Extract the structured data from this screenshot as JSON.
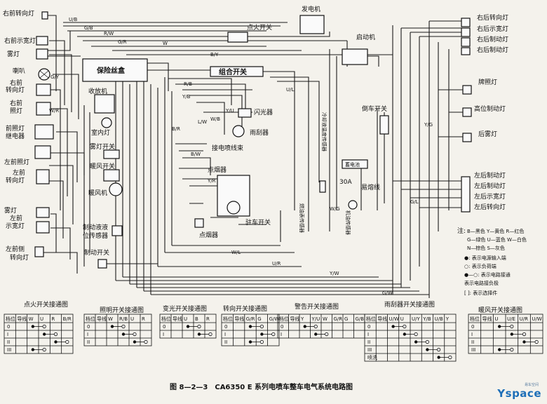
{
  "left_components": [
    {
      "id": "rf_turn",
      "label": "右前转向灯"
    },
    {
      "id": "rf_width",
      "label": "右前示宽灯"
    },
    {
      "id": "fog_r",
      "label": "雾灯"
    },
    {
      "id": "horn",
      "label": "喇叭"
    },
    {
      "id": "rf_turn2_a",
      "label": "右前"
    },
    {
      "id": "rf_turn2_b",
      "label": "转向灯"
    },
    {
      "id": "rf_head_a",
      "label": "右前"
    },
    {
      "id": "rf_head_b",
      "label": "照灯"
    },
    {
      "id": "head_relay_a",
      "label": "前照灯"
    },
    {
      "id": "head_relay_b",
      "label": "继电器"
    },
    {
      "id": "lf_head",
      "label": "左前照灯"
    },
    {
      "id": "lf_turn_a",
      "label": "左前"
    },
    {
      "id": "lf_turn_b",
      "label": "转向灯"
    },
    {
      "id": "fog_l",
      "label": "雾灯"
    },
    {
      "id": "lf_width_a",
      "label": "左前"
    },
    {
      "id": "lf_width_b",
      "label": "示宽灯"
    },
    {
      "id": "lf_side_a",
      "label": "左前侧"
    },
    {
      "id": "lf_side_b",
      "label": "转向灯"
    }
  ],
  "center_components": {
    "fuse_box": "保险丝盒",
    "radio": "收放机",
    "dome_light": "室内灯",
    "fog_switch": "雾灯开关",
    "heater_switch": "暖风开关",
    "heater": "暖风机",
    "brake_fluid_a": "制动液液",
    "brake_fluid_b": "位传感器",
    "brake_switch": "制动开关",
    "ignition_switch": "点火开关",
    "alternator": "发电机",
    "starter": "启动机",
    "combo_switch": "组合开关",
    "flasher": "闪光器",
    "wiper": "雨刮器",
    "injector_harness": "接电喷线束",
    "cig_lighter": "点烟器",
    "cig_lighter2": "点烟器",
    "handbrake_switch": "驻车开关",
    "reverse_switch": "倒车开关",
    "battery": "蓄电池",
    "fusible_link": "易熔线",
    "fuse_30a": "30A",
    "fuel_sensor": "燃油表传感器",
    "oil_sensor": "机油传感器",
    "cooling_sensor": "冷却液温度传感器"
  },
  "right_components": [
    {
      "id": "rr_turn",
      "label": "右后转向灯"
    },
    {
      "id": "rr_width",
      "label": "右后示宽灯"
    },
    {
      "id": "rr_brake",
      "label": "右后制动灯"
    },
    {
      "id": "rr_brake2",
      "label": "右后制动灯"
    },
    {
      "id": "plate",
      "label": "牌照灯"
    },
    {
      "id": "high_brake",
      "label": "高位制动灯"
    },
    {
      "id": "rear_fog",
      "label": "后雾灯"
    },
    {
      "id": "lr_brake",
      "label": "左后制动灯"
    },
    {
      "id": "lr_brake2",
      "label": "左后制动灯"
    },
    {
      "id": "lr_width",
      "label": "左后示宽灯"
    },
    {
      "id": "lr_turn",
      "label": "左后转向灯"
    }
  ],
  "wire_codes": [
    "U/B",
    "G/B",
    "R/W",
    "W",
    "B/Y",
    "G/R",
    "G/Y",
    "W/R",
    "R/B",
    "Y/U",
    "W/B",
    "L/W",
    "Y/B",
    "B/W",
    "Y/R",
    "W/L",
    "U/R",
    "Y/W",
    "G/W",
    "Y/G",
    "G/L",
    "W/G",
    "B/R",
    "U/L"
  ],
  "legend": {
    "title": "注:",
    "colors_1": "B—黑色 Y—黄色 R—红色",
    "colors_2": "G—绿色 U—蓝色 W—白色",
    "colors_3": "N—棕色 S—灰色",
    "item_power": "●: 表示电源输入端",
    "item_load": "○: 表示负荷端",
    "item_conn": "●—○: 表示电路接通",
    "item_ground": "表示电路接负极",
    "item_option": "[  ]: 表示选择件"
  },
  "tables": [
    {
      "title": "点火开关接通图",
      "headers": [
        "档位",
        "导线",
        "W",
        "U",
        "R",
        "B/R"
      ],
      "rows": [
        "0",
        "I",
        "II",
        "III"
      ]
    },
    {
      "title": "照明开关接通图",
      "headers": [
        "档位",
        "导线",
        "W",
        "R/B",
        "U",
        "R"
      ],
      "rows": [
        "0",
        "I",
        "II"
      ]
    },
    {
      "title": "变光开关接通图",
      "headers": [
        "档位",
        "导线",
        "U",
        "B",
        "R"
      ],
      "rows": [
        "0",
        "I"
      ]
    },
    {
      "title": "转向开关接通图",
      "headers": [
        "档位",
        "导线",
        "G/R",
        "G",
        "G/W"
      ],
      "rows": [
        "0",
        "I",
        "II"
      ]
    },
    {
      "title": "警告开关接通图",
      "headers": [
        "档位",
        "导线",
        "Y",
        "Y/U",
        "W",
        "G/R",
        "G",
        "G/B"
      ],
      "rows": [
        "0",
        "I"
      ]
    },
    {
      "title": "雨刮器开关接通图",
      "headers": [
        "档位",
        "导线",
        "U/W",
        "U",
        "U/Y",
        "Y/B",
        "U/B",
        "Y"
      ],
      "rows": [
        "0",
        "I",
        "II",
        "III",
        "喷洗"
      ]
    },
    {
      "title": "暖风开关接通图",
      "headers": [
        "档位",
        "导线",
        "U",
        "U/E",
        "U/R",
        "U/W"
      ],
      "rows": [
        "0",
        "I",
        "II",
        "III"
      ]
    }
  ],
  "caption": "图 8—2—3　CA6350 E 系列电喷车整车电气系统电路图",
  "logo": "Yspace",
  "logo_sub": "易车空间"
}
